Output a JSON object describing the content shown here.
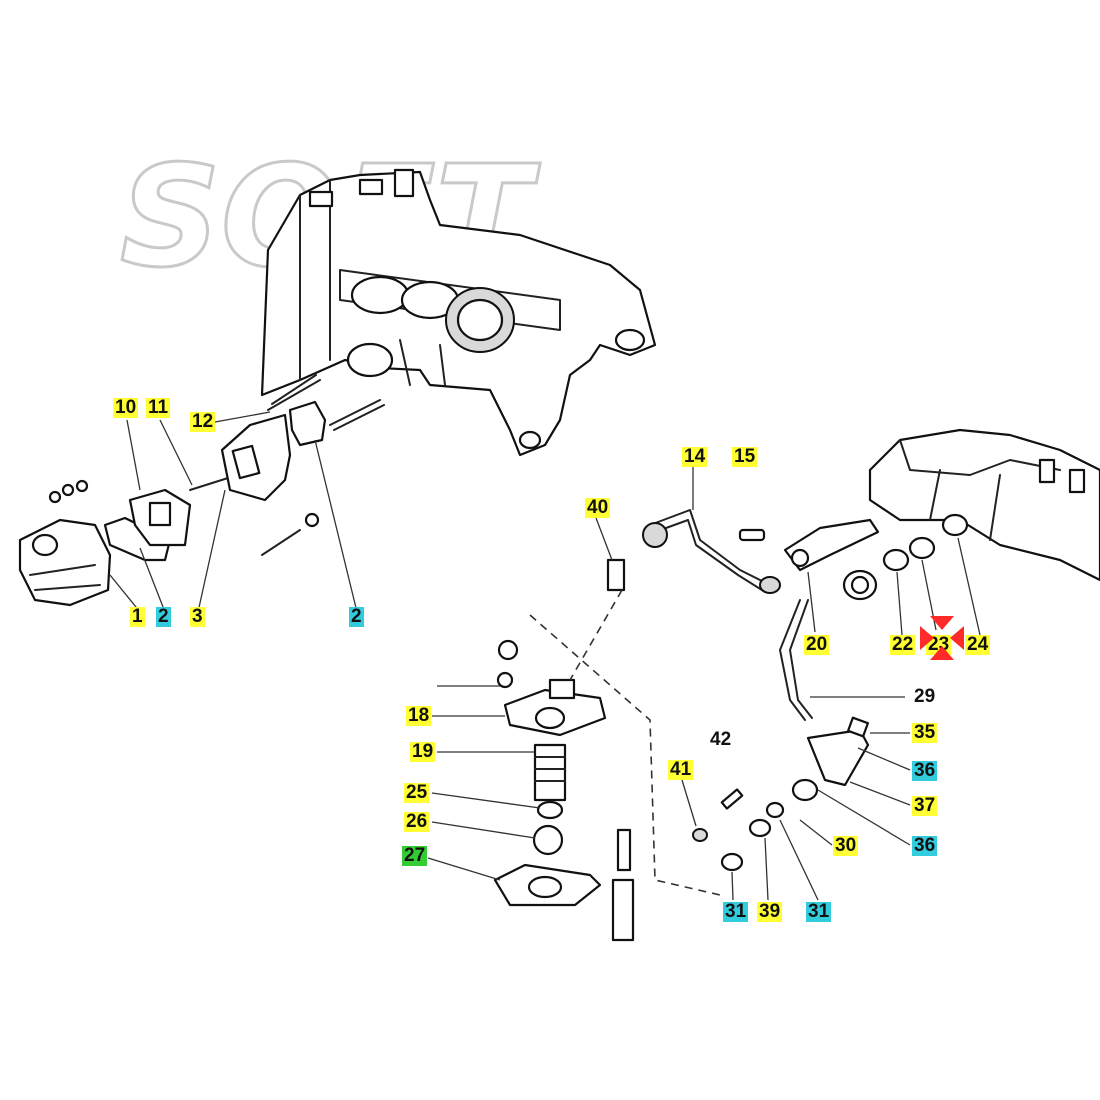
{
  "watermark": "SOFT",
  "colors": {
    "yellow": "#ffff33",
    "cyan": "#33ccdd",
    "green": "#33cc33",
    "marker_red": "#ff2a2a"
  },
  "callouts": [
    {
      "id": "c10",
      "text": "10",
      "hl": "yellow"
    },
    {
      "id": "c11",
      "text": "11",
      "hl": "yellow"
    },
    {
      "id": "c12",
      "text": "12",
      "hl": "yellow"
    },
    {
      "id": "c1",
      "text": "1",
      "hl": "yellow"
    },
    {
      "id": "c2a",
      "text": "2",
      "hl": "cyan"
    },
    {
      "id": "c3",
      "text": "3",
      "hl": "yellow"
    },
    {
      "id": "c2b",
      "text": "2",
      "hl": "cyan"
    },
    {
      "id": "c14",
      "text": "14",
      "hl": "yellow"
    },
    {
      "id": "c15",
      "text": "15",
      "hl": "yellow"
    },
    {
      "id": "c40",
      "text": "40",
      "hl": "yellow"
    },
    {
      "id": "c20",
      "text": "20",
      "hl": "yellow"
    },
    {
      "id": "c22",
      "text": "22",
      "hl": "yellow"
    },
    {
      "id": "c23",
      "text": "23",
      "hl": "yellow"
    },
    {
      "id": "c24",
      "text": "24",
      "hl": "yellow"
    },
    {
      "id": "c29",
      "text": "29",
      "hl": "plain"
    },
    {
      "id": "c35",
      "text": "35",
      "hl": "yellow"
    },
    {
      "id": "c36a",
      "text": "36",
      "hl": "cyan"
    },
    {
      "id": "c37",
      "text": "37",
      "hl": "yellow"
    },
    {
      "id": "c36b",
      "text": "36",
      "hl": "cyan"
    },
    {
      "id": "c30",
      "text": "30",
      "hl": "yellow"
    },
    {
      "id": "c18",
      "text": "18",
      "hl": "yellow"
    },
    {
      "id": "c19",
      "text": "19",
      "hl": "yellow"
    },
    {
      "id": "c25",
      "text": "25",
      "hl": "yellow"
    },
    {
      "id": "c26",
      "text": "26",
      "hl": "yellow"
    },
    {
      "id": "c27",
      "text": "27",
      "hl": "green"
    },
    {
      "id": "c41",
      "text": "41",
      "hl": "yellow"
    },
    {
      "id": "c42",
      "text": "42",
      "hl": "plain"
    },
    {
      "id": "c31a",
      "text": "31",
      "hl": "cyan"
    },
    {
      "id": "c39",
      "text": "39",
      "hl": "yellow"
    },
    {
      "id": "c31b",
      "text": "31",
      "hl": "cyan"
    }
  ]
}
